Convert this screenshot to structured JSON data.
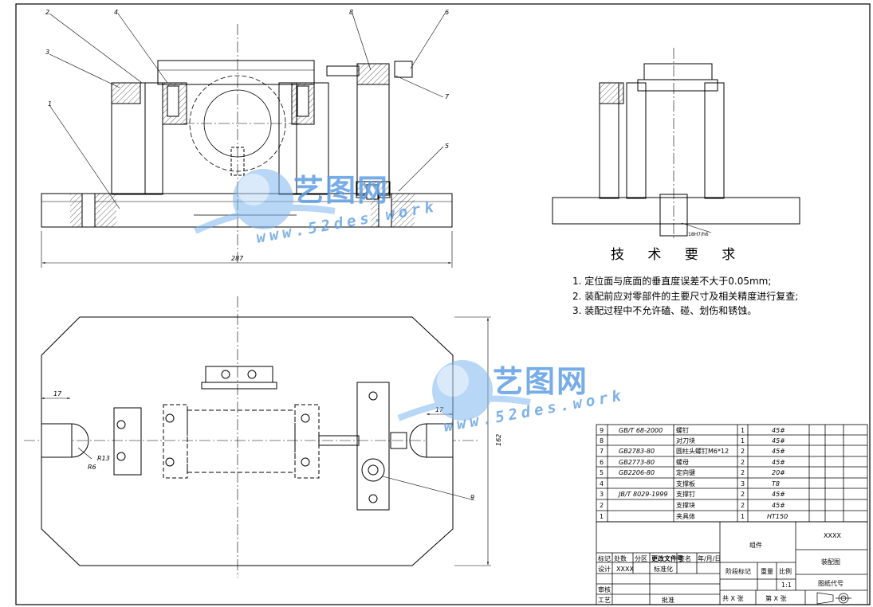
{
  "balloons": [
    "1",
    "2",
    "3",
    "4",
    "5",
    "6",
    "7",
    "8",
    "9"
  ],
  "dimensions": {
    "overall_width": "287",
    "fit_keyway": "18H7/h6",
    "left_slot": "17",
    "right_slot": "17",
    "radius_large": "R13",
    "radius_small": "R6",
    "overall_height": "162"
  },
  "tech_requirements": {
    "title": "技 术 要 求",
    "items": [
      "1. 定位面与底面的垂直度误差不大于0.05mm;",
      "2. 装配前应对零部件的主要尺寸及相关精度进行复查;",
      "3. 装配过程中不允许磕、碰、划伤和锈蚀。"
    ]
  },
  "watermark": {
    "brand": "艺图网",
    "url_top": "www.52des.work",
    "url_bottom": "www.52des.work"
  },
  "bom": [
    {
      "no": "9",
      "code": "GB/T 68-2000",
      "name": "螺钉",
      "qty": "1",
      "material": "45#"
    },
    {
      "no": "8",
      "code": "",
      "name": "对刀块",
      "qty": "1",
      "material": "45#"
    },
    {
      "no": "7",
      "code": "GB2783-80",
      "name": "圆柱头螺钉M6*12",
      "qty": "2",
      "material": "45#"
    },
    {
      "no": "6",
      "code": "GB2773-80",
      "name": "螺母",
      "qty": "2",
      "material": "45#"
    },
    {
      "no": "5",
      "code": "GB2206-80",
      "name": "定向键",
      "qty": "2",
      "material": "20#"
    },
    {
      "no": "4",
      "code": "",
      "name": "支撑板",
      "qty": "3",
      "material": "T8"
    },
    {
      "no": "3",
      "code": "JB/T 8029-1999",
      "name": "支撑钉",
      "qty": "2",
      "material": "45#"
    },
    {
      "no": "2",
      "code": "",
      "name": "支撑块",
      "qty": "2",
      "material": "45#"
    },
    {
      "no": "1",
      "code": "",
      "name": "夹具体",
      "qty": "1",
      "material": "HT150"
    }
  ],
  "title_block": {
    "drawing_name": "XXXX",
    "assembly_label": "组件",
    "drawing_type": "装配图",
    "mark": "标记",
    "count": "处数",
    "zone": "分区",
    "change_doc": "更改文件号",
    "signature": "签名",
    "date": "年/月/日",
    "design": "设计",
    "designer": "XXXX",
    "standardize": "标准化",
    "stage_mark": "阶段标记",
    "weight": "重量",
    "scale_label": "比例",
    "scale": "1:1",
    "review": "审核",
    "process": "工艺",
    "approve": "批准",
    "drawing_code": "图纸代号",
    "sheets_total": "共 X 张",
    "sheet_no": "第 X 张"
  }
}
